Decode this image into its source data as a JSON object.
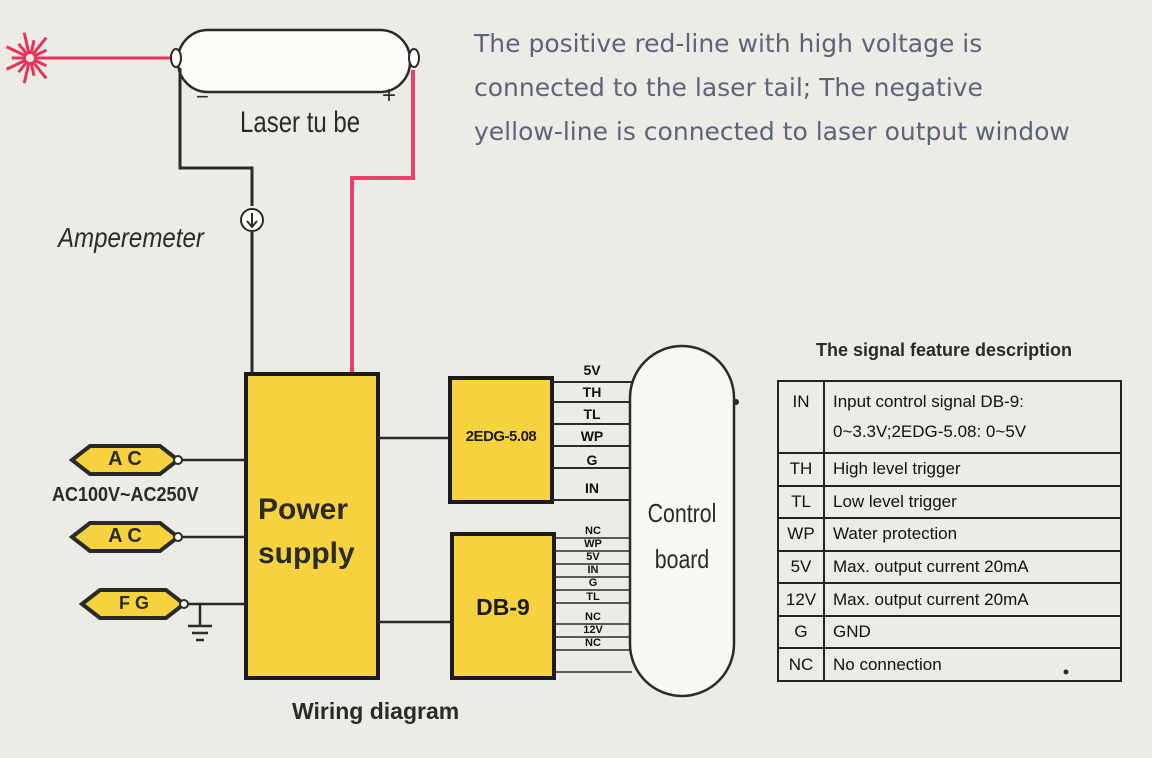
{
  "note": {
    "line1": "The positive red-line with high voltage is",
    "line2": "connected to the laser tail; The negative",
    "line3": "yellow-line is connected to laser output window"
  },
  "laser_tube": {
    "label": "Laser tu be",
    "minus": "−",
    "plus": "+"
  },
  "amperemeter": {
    "label": "Amperemeter"
  },
  "ac_inputs": [
    {
      "label": "A C"
    },
    {
      "label": "A C"
    },
    {
      "label": "F G"
    }
  ],
  "ac_range": "AC100V~AC250V",
  "power_supply": {
    "line1": "Power",
    "line2": "supply"
  },
  "connector_2edg": {
    "label": "2EDG-5.08",
    "pins": [
      "5V",
      "TH",
      "TL",
      "WP",
      "G",
      "IN"
    ]
  },
  "connector_db9": {
    "label": "DB-9",
    "pins": [
      "NC",
      "WP",
      "5V",
      "IN",
      "G",
      "TL",
      "NC",
      "12V",
      "NC"
    ]
  },
  "control_board": {
    "line1": "Control",
    "line2": "board"
  },
  "wiring_caption": "Wiring diagram",
  "signal_table": {
    "title": "The signal feature description",
    "rows": [
      {
        "code": "IN",
        "desc": "Input  control  signal  DB-9:",
        "desc2": "0~3.3V;2EDG-5.08:   0~5V"
      },
      {
        "code": "TH",
        "desc": "High level trigger"
      },
      {
        "code": "TL",
        "desc": "Low level trigger"
      },
      {
        "code": "WP",
        "desc": "Water protection"
      },
      {
        "code": "5V",
        "desc": "Max. output current 20mA"
      },
      {
        "code": "12V",
        "desc": "Max. output current 20mA"
      },
      {
        "code": "G",
        "desc": "GND"
      },
      {
        "code": "NC",
        "desc": "No connection"
      }
    ]
  },
  "colors": {
    "yellow": "#f6d33e",
    "red_wire": "#e8426a",
    "laser": "#e8335a",
    "line": "#2a2a2a",
    "background": "#ecebe6"
  },
  "icons": [
    "laser-burst-icon",
    "ammeter-icon",
    "ground-icon"
  ]
}
